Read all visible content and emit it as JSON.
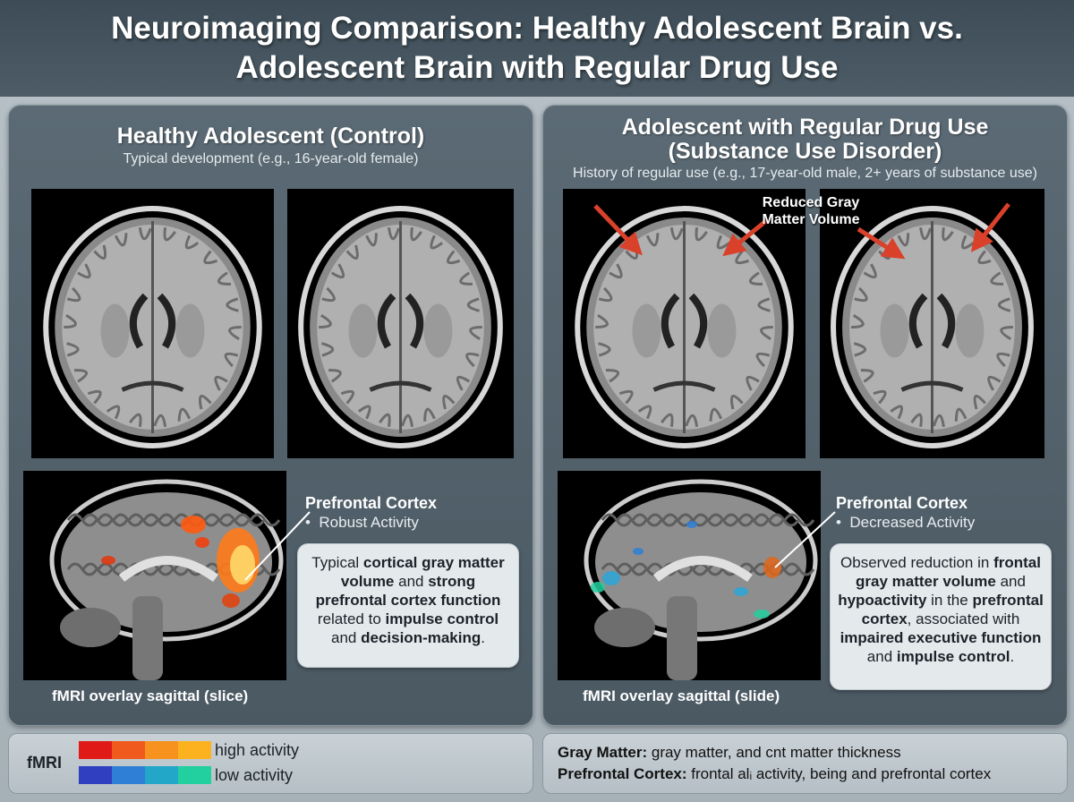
{
  "title": {
    "line1": "Neuroimaging Comparison: Healthy Adolescent Brain vs.",
    "line2": "Adolescent Brain with Regular Drug Use"
  },
  "left_panel": {
    "heading": "Healthy Adolescent (Control)",
    "subtitle": "Typical development (e.g., 16-year-old female)",
    "label_title": "Prefrontal Cortex",
    "label_bullet": "Robust Activity",
    "caption": "fMRI overlay sagittal (slice)",
    "callout": [
      {
        "t": "Typical ",
        "b": false
      },
      {
        "t": "cortical gray matter volume",
        "b": true
      },
      {
        "t": " and ",
        "b": false
      },
      {
        "t": "strong prefrontal cortex function",
        "b": true
      },
      {
        "t": " related to ",
        "b": false
      },
      {
        "t": "impulse control",
        "b": true
      },
      {
        "t": " and ",
        "b": false
      },
      {
        "t": "decision-making",
        "b": true
      },
      {
        "t": ".",
        "b": false
      }
    ]
  },
  "right_panel": {
    "heading_line1": "Adolescent with Regular Drug Use",
    "heading_line2": "(Substance Use Disorder)",
    "subtitle": "History of regular use (e.g., 17-year-old male, 2+ years of substance use)",
    "arrow_label": "Reduced Gray Matter Volume",
    "label_title": "Prefrontal Cortex",
    "label_bullet": "Decreased Activity",
    "caption": "fMRI overlay sagittal (slide)",
    "callout": [
      {
        "t": "Observed reduction in ",
        "b": false
      },
      {
        "t": "frontal gray matter volume",
        "b": true
      },
      {
        "t": " and ",
        "b": false
      },
      {
        "t": "hypoactivity",
        "b": true
      },
      {
        "t": " in the ",
        "b": false
      },
      {
        "t": "prefrontal cortex",
        "b": true
      },
      {
        "t": ", associated with ",
        "b": false
      },
      {
        "t": "impaired executive function",
        "b": true
      },
      {
        "t": " and ",
        "b": false
      },
      {
        "t": "impulse control",
        "b": true
      },
      {
        "t": ".",
        "b": false
      }
    ]
  },
  "legend": {
    "label": "fMRI",
    "high": "high activity",
    "low": "low activity",
    "high_colors": [
      "#e01b17",
      "#f05a1c",
      "#f7921e",
      "#fbb21e"
    ],
    "low_colors": [
      "#2f3fbf",
      "#2f7fd6",
      "#22a7c9",
      "#22cf9f"
    ]
  },
  "definitions": [
    {
      "term": "Gray Matter:",
      "text": " gray matter, and cnt matter thickness"
    },
    {
      "term": "Prefrontal Cortex:",
      "text": " frontal alᵢ activity, being and prefrontal cortex"
    }
  ],
  "colors": {
    "arrow": "#d9412b",
    "activity_hot": "#ff7a1a",
    "activity_cool": "#2aa6d8"
  }
}
